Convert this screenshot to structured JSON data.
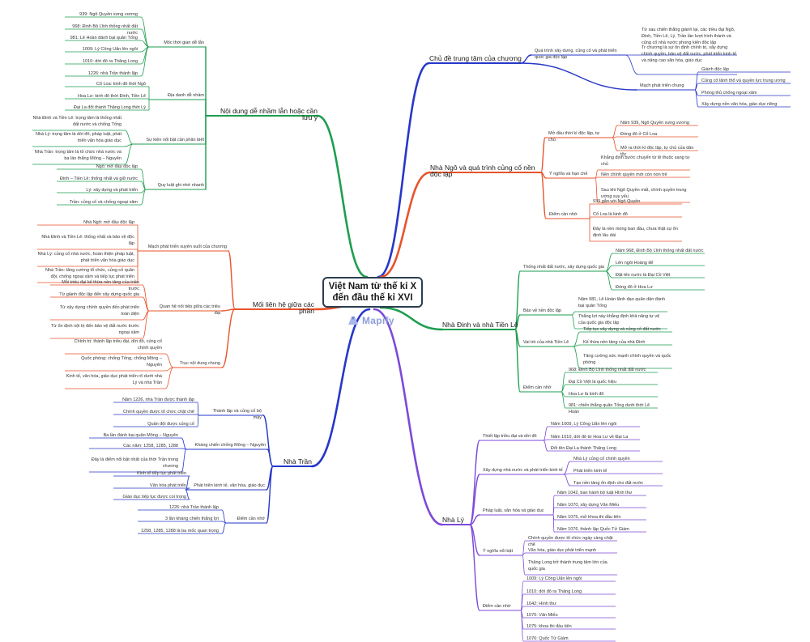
{
  "root": {
    "title_line1": "Việt Nam từ thế kỉ X",
    "title_line2": "đến đầu thế kỉ XVI"
  },
  "logo": {
    "text": "Mapify"
  },
  "colors": {
    "red": "#e8532a",
    "green": "#1e9e50",
    "blue": "#2637c9",
    "purple": "#7d4ad8",
    "root_border": "#2c3e50"
  },
  "branches": {
    "chu_de": {
      "label": "Chủ đề trung tâm của chương",
      "groups": [
        {
          "label": "Quá trình xây dựng, củng cố và phát triển quốc gia độc lập",
          "items": [
            "Từ sau chiến thắng giành lại, các triều đại Ngô, Đinh, Tiền Lê, Lý, Trần lần lượt hình thành và củng cố nhà nước phong kiến độc lập",
            "Tr chương là sự ổn định chính trị, xây dựng chính quyền, bảo vệ đất nước, phát triển kinh tế và nâng cao văn hóa, giáo dục"
          ]
        },
        {
          "label": "Mạch phát triển chung",
          "items": [
            "Giành độc lập",
            "Củng cố lãnh thổ và quyền lực trung ương",
            "Phòng thủ chống ngoại xâm",
            "Xây dựng nền văn hóa, giáo dục riêng"
          ]
        }
      ]
    },
    "nha_ngo": {
      "label": "Nhà Ngô và quá trình củng cố nền độc lập",
      "groups": [
        {
          "label": "Mở đầu thời kì độc lập, tự chủ",
          "items": [
            "Năm 939, Ngô Quyền xưng vương",
            "Đóng đô ở Cổ Loa",
            "Mở ra thời kì độc lập, tự chủ của dân tộc"
          ]
        },
        {
          "label": "Ý nghĩa và hạn chế",
          "items": [
            "Khẳng định bước chuyển từ lệ thuộc sang tự chủ",
            "Nền chính quyền mới còn non trẻ",
            "Sau khi Ngô Quyền mất, chính quyền trung ương suy yếu"
          ]
        },
        {
          "label": "Điểm cần nhớ",
          "items": [
            "939 gắn với Ngô Quyền",
            "Cổ Loa là kinh đô",
            "Đây là nền móng ban đầu, chưa thật sự ổn định lâu dài"
          ]
        }
      ]
    },
    "nha_dinh": {
      "label": "Nhà Đinh và nhà Tiền Lê",
      "groups": [
        {
          "label": "Thống nhất đất nước, xây dựng quốc gia",
          "items": [
            "Năm 968, Đinh Bộ Lĩnh thống nhất đất nước",
            "Lên ngôi Hoàng đế",
            "Đặt tên nước là Đại Cồ Việt",
            "Đóng đô ở Hoa Lư"
          ]
        },
        {
          "label": "Bảo vệ nền độc lập",
          "items": [
            "Năm 981, Lê Hoàn lãnh đạo quân dân đánh bại quân Tống",
            "Thắng lợi này khẳng định khả năng tự vệ của quốc gia độc lập"
          ]
        },
        {
          "label": "Vai trò của nhà Tiền Lê",
          "items": [
            "Tiếp tục xây dựng và củng cố đất nước",
            "Kế thừa nền tảng của nhà Đinh",
            "Tăng cường sức mạnh chính quyền và quốc phòng"
          ]
        },
        {
          "label": "Điểm cần nhớ",
          "items": [
            "968: Đinh Bộ Lĩnh thống nhất đất nước",
            "Đại Cồ Việt là quốc hiệu",
            "Hoa Lư là kinh đô",
            "981: chiến thắng quân Tống dưới thời Lê Hoàn"
          ]
        }
      ]
    },
    "nha_ly": {
      "label": "Nhà Lý",
      "groups": [
        {
          "label": "Thiết lập triều đại và dời đô",
          "items": [
            "Năm 1009, Lý Công Uẩn lên ngôi",
            "Năm 1010, dời đô từ Hoa Lư về Đại La",
            "Đổi tên Đại La thành Thăng Long"
          ]
        },
        {
          "label": "Xây dựng nhà nước và phát triển kinh tế",
          "items": [
            "Nhà Lý củng cố chính quyền",
            "Phát triển kinh tế",
            "Tạo nền tảng ổn định cho đất nước"
          ]
        },
        {
          "label": "Pháp luật, văn hóa và giáo dục",
          "items": [
            "Năm 1042, ban hành bộ luật Hình thư",
            "Năm 1070, xây dựng Văn Miếu",
            "Năm 1075, mở khoa thi đầu tiên",
            "Năm 1076, thành lập Quốc Tử Giám"
          ]
        },
        {
          "label": "Ý nghĩa nổi bật",
          "items": [
            "Chính quyền được tổ chức ngày càng chặt chẽ",
            "Văn hóa, giáo dục phát triển mạnh",
            "Thăng Long trở thành trung tâm lớn của quốc gia"
          ]
        },
        {
          "label": "Điểm cần nhớ",
          "items": [
            "1009: Lý Công Uẩn lên ngôi",
            "1010: dời đô ra Thăng Long",
            "1042: Hình thư",
            "1070: Văn Miếu",
            "1075: khoa thi đầu tiên",
            "1076: Quốc Tử Giám"
          ]
        }
      ]
    },
    "noi_dung": {
      "label": "Nội dung dễ nhầm lẫn hoặc cần lưu ý",
      "groups": [
        {
          "label": "Mốc thời gian dễ lẫn",
          "items": [
            "939: Ngô Quyền xưng vương",
            "968: Đinh Bộ Lĩnh thống nhất đất nước",
            "981: Lê Hoàn đánh bại quân Tống",
            "1009: Lý Công Uẩn lên ngôi",
            "1010: dời đô ra Thăng Long",
            "1226: nhà Trần thành lập"
          ]
        },
        {
          "label": "Địa danh dễ nhầm",
          "items": [
            "Cổ Loa: kinh đô thời Ngô",
            "Hoa Lư: kinh đô thời Đinh, Tiền Lê",
            "Đại La đổi thành Thăng Long thời Lý"
          ]
        },
        {
          "label": "Sự kiện nổi bật cần phân biệt",
          "items": [
            "Nhà Đinh và Tiền Lê: trọng tâm là thống nhất đất nước và chống Tống",
            "Nhà Lý: trọng tâm là dời đô, pháp luật, phát triển văn hóa giáo dục",
            "Nhà Trần: trọng tâm là tổ chức nhà nước và ba lần thắng Mông – Nguyên"
          ]
        },
        {
          "label": "Quy luật ghi nhớ nhanh",
          "items": [
            "Ngô: mở đầu độc lập",
            "Đinh – Tiền Lê: thống nhất và giữ nước",
            "Lý: xây dựng và phát triển",
            "Trần: củng cố và chống ngoại xâm"
          ]
        }
      ]
    },
    "moi_lien_he": {
      "label": "Mối liên hệ giữa các phần",
      "groups": [
        {
          "label": "Mạch phát triển xuyên suốt của chương",
          "items": [
            "Nhà Ngô: mở đầu độc lập",
            "Nhà Đinh và Tiền Lê: thống nhất và bảo vệ độc lập",
            "Nhà Lý: củng cố nhà nước, hoàn thiện pháp luật, phát triển văn hóa giáo dục",
            "Nhà Trần: tăng cường tổ chức, củng cố quân đội, chống ngoại xâm và tiếp tục phát triển"
          ]
        },
        {
          "label": "Quan hệ nối tiếp giữa các triều đại",
          "items": [
            "Mỗi triều đại kế thừa nền tảng của triều trước",
            "Từ giành độc lập đến xây dựng quốc gia",
            "Từ xây dựng chính quyền đến phát triển toàn diện",
            "Từ ổn định nội trị đến bảo vệ đất nước trước ngoại xâm"
          ]
        },
        {
          "label": "Trục nội dung chung",
          "items": [
            "Chính trị: thành lập triều đại, dời đô, củng cố chính quyền",
            "Quốc phòng: chống Tống, chống Mông – Nguyên",
            "Kinh tế, văn hóa, giáo dục phát triển rõ dưới nhà Lý và nhà Trần"
          ]
        }
      ]
    },
    "nha_tran": {
      "label": "Nhà Trần",
      "groups": [
        {
          "label": "Thành lập và củng cố bộ máy",
          "items": [
            "Năm 1226, nhà Trần được thành lập",
            "Chính quyền được tổ chức chặt chẽ",
            "Quân đội được củng cố"
          ]
        },
        {
          "label": "Kháng chiến chống Mông – Nguyên",
          "items": [
            "Ba lần đánh bại quân Mông – Nguyên",
            "Các năm: 1258, 1285, 1288",
            "Đây là điểm nổi bật nhất của thời Trần trong chương"
          ]
        },
        {
          "label": "Phát triển kinh tế, văn hóa, giáo dục",
          "items": [
            "Kinh tế tiếp tục phát triển",
            "Văn hóa phát triển",
            "Giáo dục tiếp tục được coi trọng"
          ]
        },
        {
          "label": "Điểm cần nhớ",
          "items": [
            "1226: nhà Trần thành lập",
            "3 lần kháng chiến thắng lợi",
            "1258, 1285, 1288 là ba mốc quan trọng"
          ]
        }
      ]
    }
  }
}
